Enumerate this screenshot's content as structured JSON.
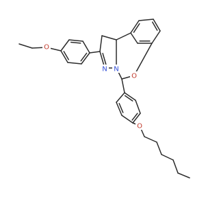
{
  "molecule": {
    "atoms": {
      "o_ethoxy": {
        "text": "O",
        "color": "#c0392b"
      },
      "o_ring": {
        "text": "O",
        "color": "#c0392b"
      },
      "o_hexyloxy": {
        "text": "O",
        "color": "#c0392b"
      },
      "n_imine": {
        "text": "N",
        "color": "#2e4bd6"
      },
      "n_bridge": {
        "text": "N",
        "color": "#2e4bd6"
      }
    },
    "bond_color": "#2b2b2b",
    "background": "#ffffff"
  }
}
